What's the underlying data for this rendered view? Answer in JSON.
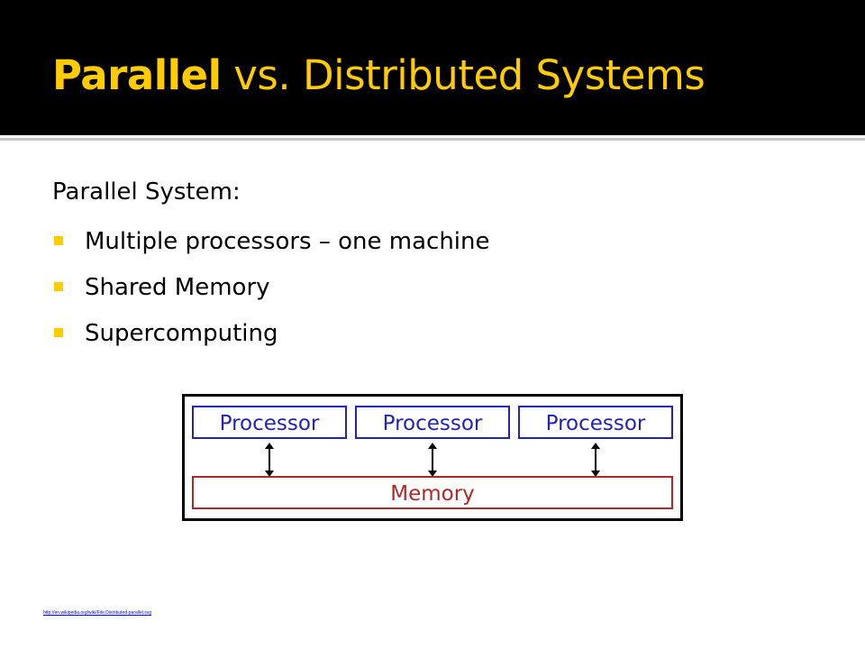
{
  "slide": {
    "title_bold": "Parallel",
    "title_rest": " vs. Distributed Systems",
    "subtitle": "Parallel System:",
    "bullets": [
      "Multiple processors – one machine",
      "Shared Memory",
      "Supercomputing"
    ],
    "source_link": "http://en.wikipedia.org/wiki/File:Distributed-parallel.svg"
  },
  "diagram": {
    "processors": [
      "Processor",
      "Processor",
      "Processor"
    ],
    "memory": "Memory",
    "colors": {
      "processor": "#2323b8",
      "memory": "#b02828",
      "frame": "#000000",
      "arrow": "#000000"
    }
  },
  "theme": {
    "title_color": "#ffcc00",
    "title_bar": "#000000",
    "bullet_color": "#ffcc00"
  }
}
